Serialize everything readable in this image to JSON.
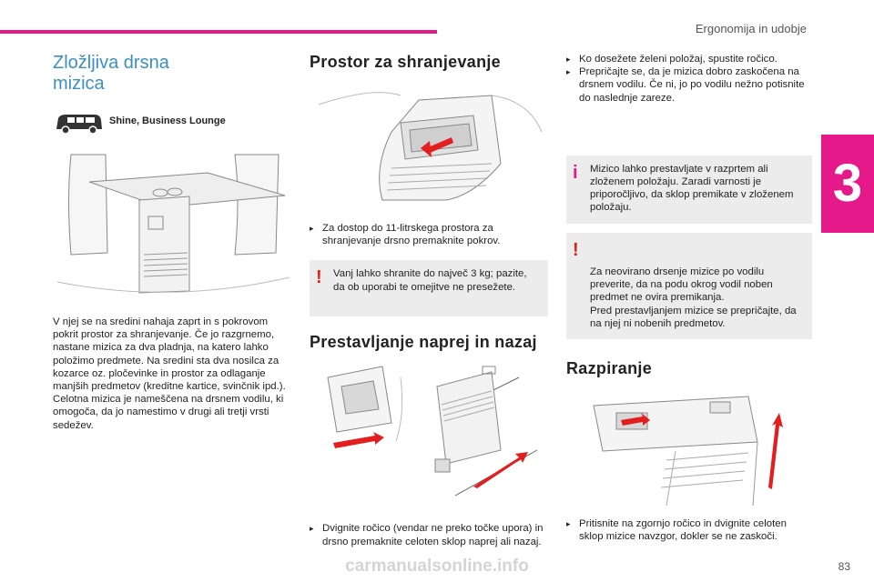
{
  "header": {
    "section": "Ergonomija in udobje",
    "chapter": "3"
  },
  "page_number": "83",
  "watermark": "carmanualsonline.info",
  "col1": {
    "title": "Zložljiva drsna mizica",
    "trim_label": "Shine, Business Lounge",
    "body": "V njej se na sredini nahaja zaprt in s pokrovom pokrit prostor za shranjevanje. Če jo razgrnemo, nastane mizica za dva pladnja, na katero lahko položimo predmete. Na sredini sta dva nosilca za kozarce oz. pločevinke in prostor za odlaganje manjših predmetov (kreditne kartice, svinčnik ipd.).\nCelotna mizica je nameščena na drsnem vodilu, ki omogoča, da jo namestimo v drugi ali tretji vrsti sedežev."
  },
  "col2": {
    "heading1": "Prostor za shranjevanje",
    "bullet1": "Za dostop do 11-litrskega prostora za shranjevanje drsno premaknite pokrov.",
    "warning1": "Vanj lahko shranite do največ 3 kg; pazite, da ob uporabi te omejitve ne presežete.",
    "heading2": "Prestavljanje naprej in nazaj",
    "bullet2": "Dvignite ročico (vendar ne preko točke upora) in drsno premaknite celoten sklop naprej ali nazaj."
  },
  "col3": {
    "bullet_a": "Ko dosežete želeni položaj, spustite ročico.",
    "bullet_b": "Prepričajte se, da je mizica dobro zaskočena na drsnem vodilu. Če ni, jo po vodilu nežno potisnite do naslednje zareze.",
    "info": "Mizico lahko prestavljate v razprtem ali zloženem položaju. Zaradi varnosti je priporočljivo, da sklop premikate v zloženem položaju.",
    "warning2": "Za neovirano drsenje mizice po vodilu preverite, da na podu okrog vodil noben predmet ne ovira premikanja.\nPred prestavljanjem mizice se prepričajte, da na njej ni nobenih predmetov.",
    "heading3": "Razpiranje",
    "bullet_c": "Pritisnite na zgornjo ročico in dvignite celoten sklop mizice navzgor, dokler se ne zaskoči."
  },
  "icons": {
    "bullet": "bullet-icon",
    "warning": "warning-icon",
    "info": "info-icon",
    "van": "van-icon"
  },
  "colors": {
    "accent": "#e6198a",
    "title": "#3a8fc0",
    "warning": "#e21e1e",
    "note_bg": "#ececec"
  }
}
